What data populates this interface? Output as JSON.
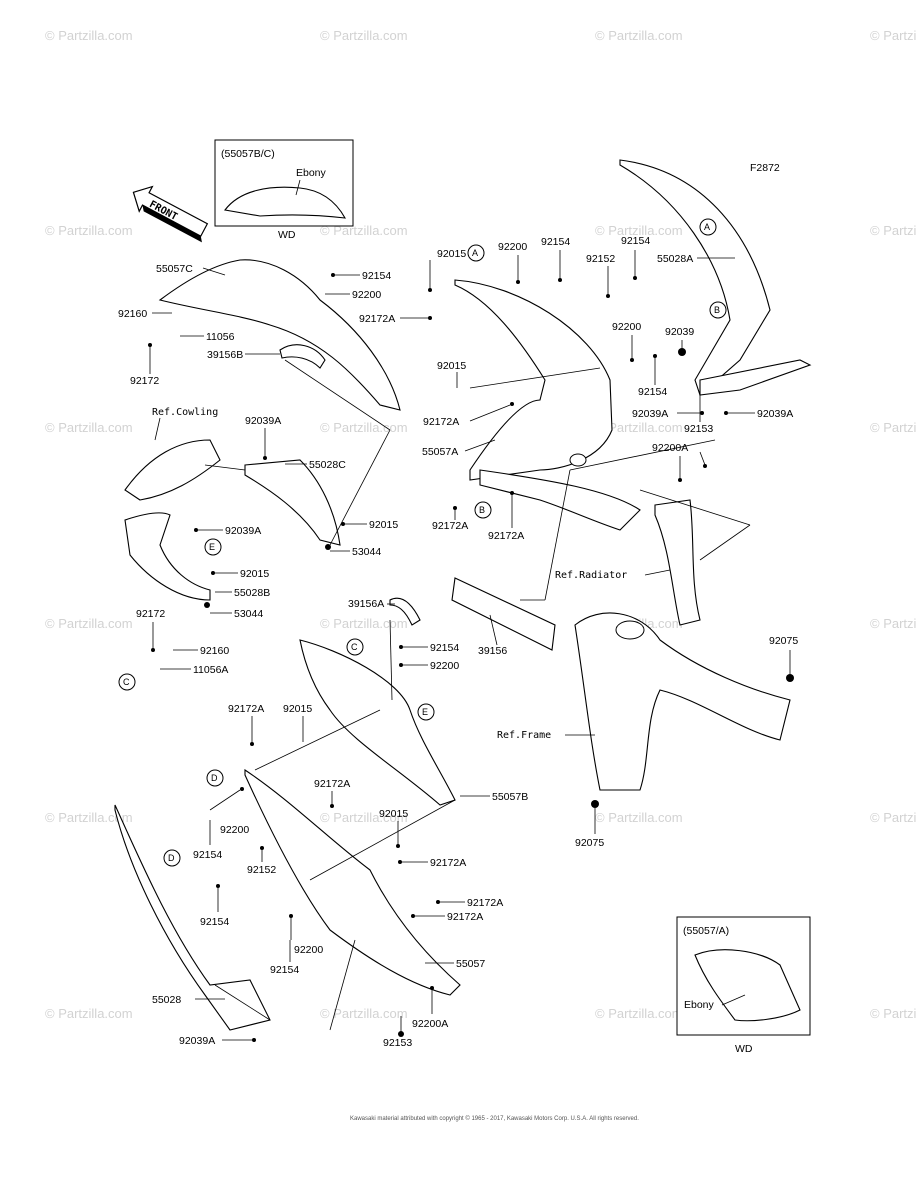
{
  "diagram_id": "F2872",
  "watermark": "© Partzilla.com",
  "front_label": "FRONT",
  "inset_boxes": [
    {
      "code": "(55057B/C)",
      "color": "Ebony",
      "note": "WD"
    },
    {
      "code": "(55057/A)",
      "color": "Ebony",
      "note": "WD"
    }
  ],
  "ref_labels": [
    "Ref.Cowling",
    "Ref.Radiator",
    "Ref.Frame"
  ],
  "callout_letters": [
    "A",
    "B",
    "C",
    "D",
    "E"
  ],
  "part_labels": [
    "92015",
    "92200",
    "92154",
    "92154",
    "92152",
    "55028A",
    "55057C",
    "92154",
    "92200",
    "92160",
    "11056",
    "39156B",
    "92172",
    "92172A",
    "92015",
    "92200",
    "92039",
    "92172A",
    "55057A",
    "92154",
    "92039A",
    "92039A",
    "92153",
    "92200A",
    "92039A",
    "55028C",
    "92015",
    "53044",
    "92039A",
    "92015",
    "55028B",
    "53044",
    "92172",
    "92160",
    "11056A",
    "92172A",
    "92172A",
    "39156A",
    "92154",
    "92200",
    "39156",
    "92075",
    "92172A",
    "92015",
    "55057B",
    "92172A",
    "92200",
    "92015",
    "92154",
    "92172A",
    "92152",
    "92172A",
    "92172A",
    "92154",
    "92200",
    "92154",
    "55057",
    "92075",
    "55028",
    "92200A",
    "92039A",
    "92153"
  ],
  "footer": "Kawasaki material attributed with copyright © 1965 - 2017, Kawasaki Motors Corp. U.S.A. All rights reserved."
}
